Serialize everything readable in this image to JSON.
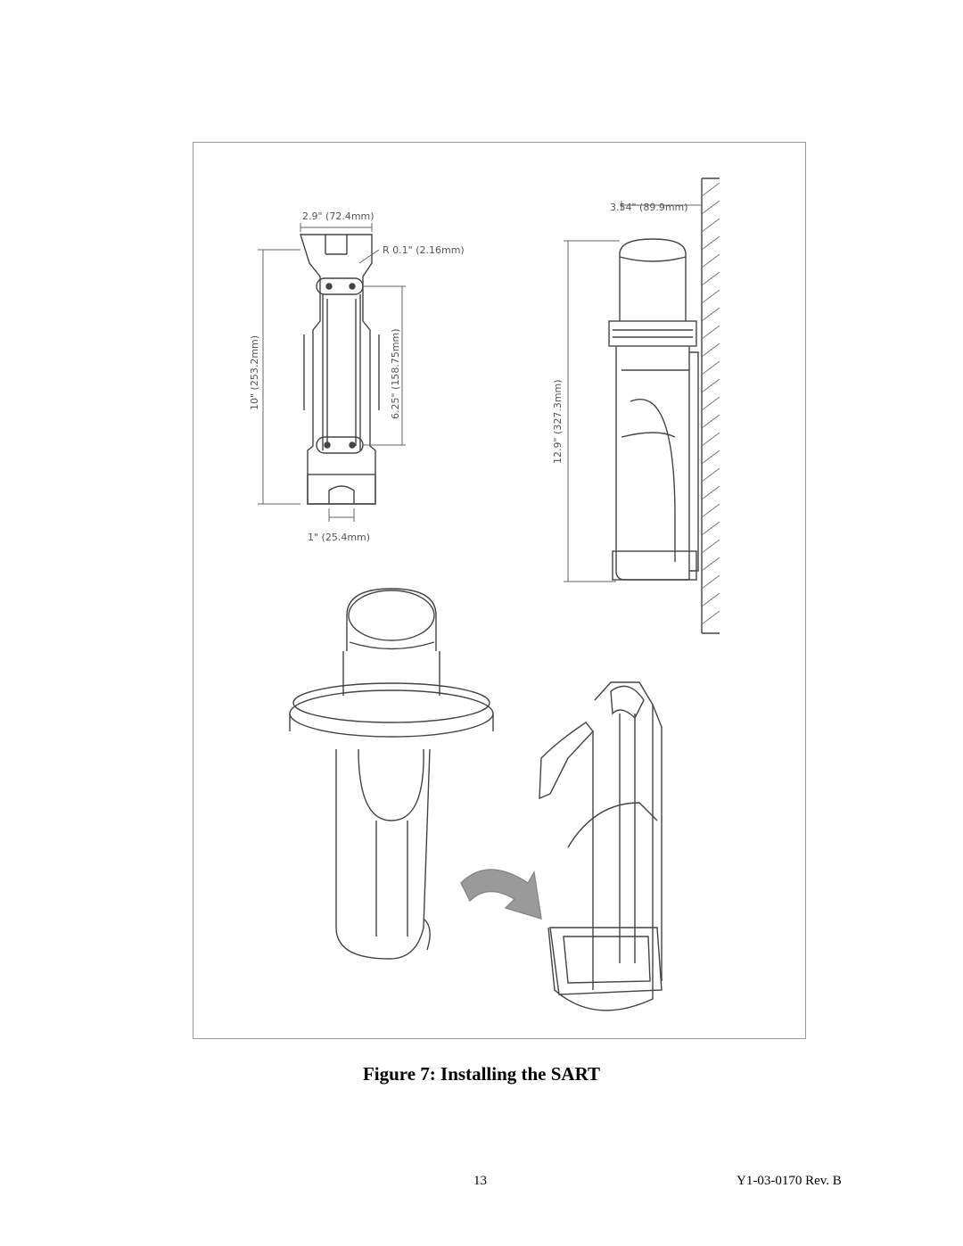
{
  "figure": {
    "caption": "Figure 7:  Installing the SART",
    "dimensions": {
      "top_width": "2.9\" (72.4mm)",
      "radius": "R 0.1\" (2.16mm)",
      "height_total": "10\" (253.2mm)",
      "hole_spacing": "6.25\" (158.75mm)",
      "bottom_width": "1\" (25.4mm)",
      "wall_offset": "3.54\" (89.9mm)",
      "installed_height": "12.9\" (327.3mm)"
    }
  },
  "footer": {
    "page_number": "13",
    "document_id": "Y1-03-0170 Rev. B"
  }
}
